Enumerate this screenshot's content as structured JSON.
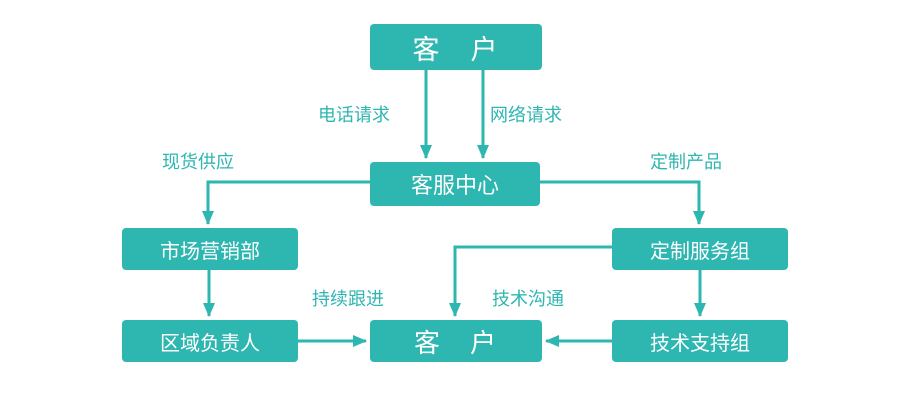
{
  "colors": {
    "teal": "#2eb6b1",
    "box_text": "#ffffff",
    "background": "#ffffff"
  },
  "nodes": {
    "customer_top": "客　户",
    "service_center": "客服中心",
    "marketing": "市场营销部",
    "regional": "区域负责人",
    "customer_bottom": "客　户",
    "custom_service": "定制服务组",
    "tech_support": "技术支持组"
  },
  "edge_labels": {
    "phone_request": "电话请求",
    "web_request": "网络请求",
    "spot_supply": "现货供应",
    "custom_product": "定制产品",
    "follow_up": "持续跟进",
    "tech_comm": "技术沟通"
  }
}
